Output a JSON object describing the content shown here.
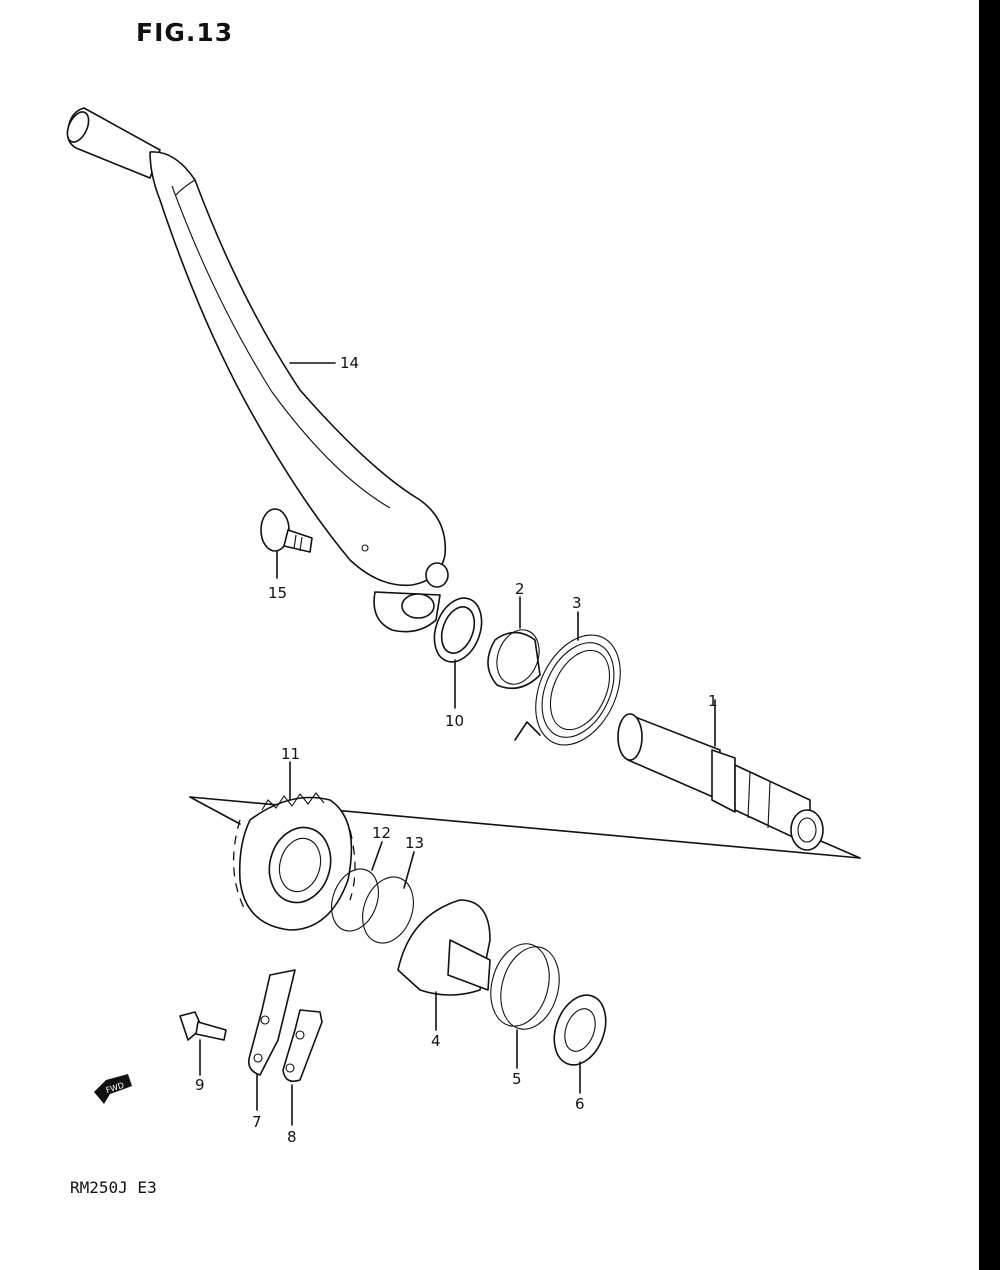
{
  "figure": {
    "title": "FIG.13",
    "model_code": "RM250J E3",
    "fwd_badge": "FWD"
  },
  "callouts": {
    "c1": "1",
    "c2": "2",
    "c3": "3",
    "c4": "4",
    "c5": "5",
    "c6": "6",
    "c7": "7",
    "c8": "8",
    "c9": "9",
    "c10": "10",
    "c11": "11",
    "c12": "12",
    "c13": "13",
    "c14": "14",
    "c15": "15"
  }
}
